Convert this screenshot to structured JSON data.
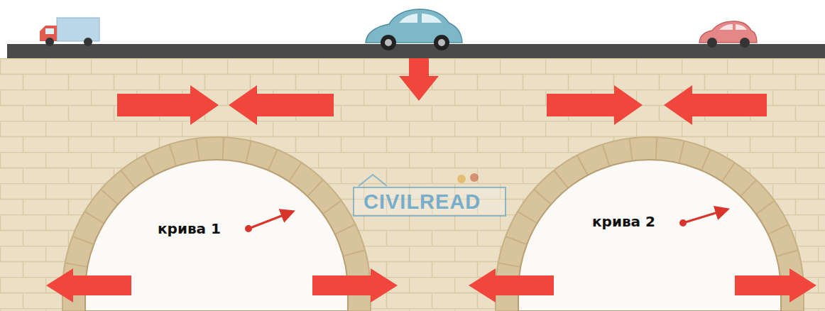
{
  "diagram": {
    "labels": [
      "крива 1",
      "крива 2",
      "CIVILREAD"
    ]
  }
}
